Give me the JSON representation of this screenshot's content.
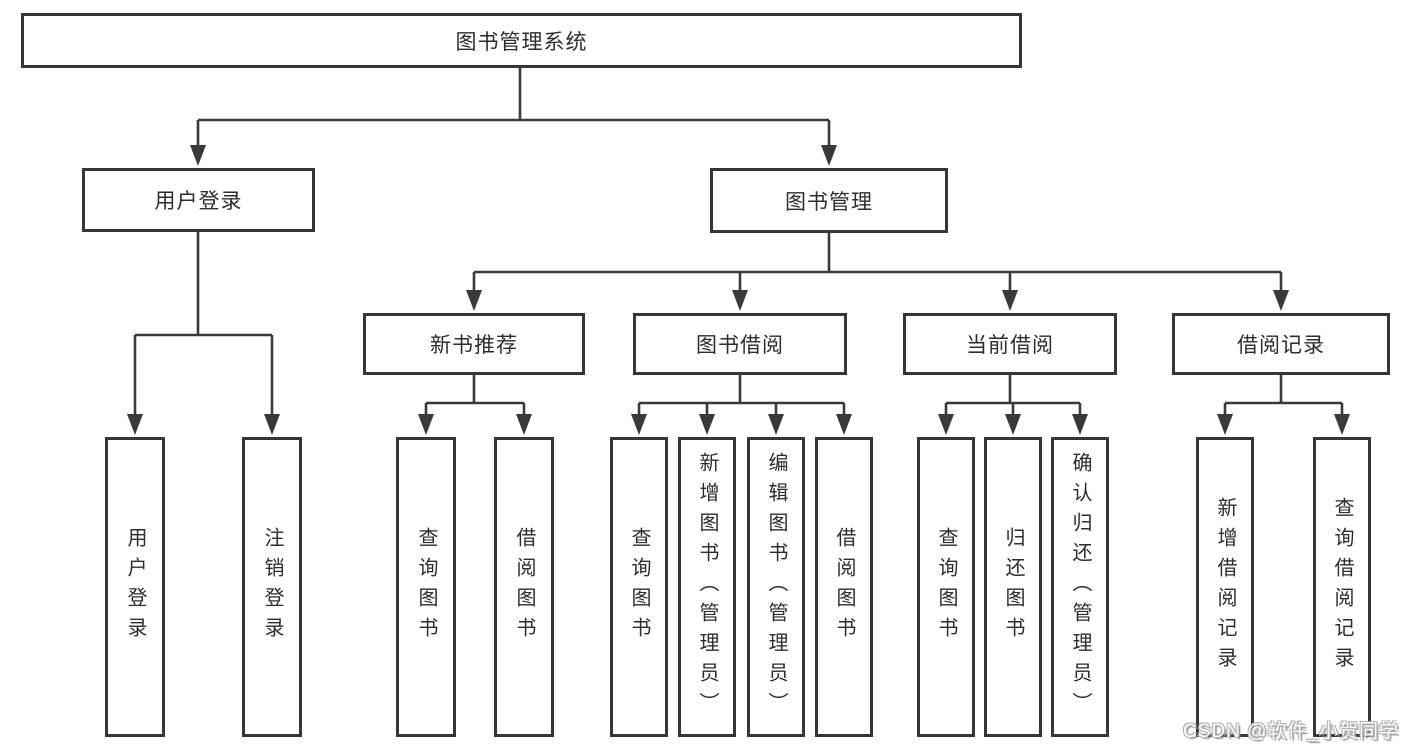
{
  "root": {
    "label": "图书管理系统"
  },
  "user_login": {
    "label": "用户登录",
    "children": [
      {
        "label": "用户登录"
      },
      {
        "label": "注销登录"
      }
    ]
  },
  "book_manage": {
    "label": "图书管理",
    "sections": [
      {
        "label": "新书推荐",
        "children": [
          {
            "label": "查询图书"
          },
          {
            "label": "借阅图书"
          }
        ]
      },
      {
        "label": "图书借阅",
        "children": [
          {
            "label": "查询图书"
          },
          {
            "label": "新增图书（管理员）"
          },
          {
            "label": "编辑图书（管理员）"
          },
          {
            "label": "借阅图书"
          }
        ]
      },
      {
        "label": "当前借阅",
        "children": [
          {
            "label": "查询图书"
          },
          {
            "label": "归还图书"
          },
          {
            "label": "确认归还（管理员）"
          }
        ]
      },
      {
        "label": "借阅记录",
        "children": [
          {
            "label": "新增借阅记录"
          },
          {
            "label": "查询借阅记录"
          }
        ]
      }
    ]
  },
  "watermark": "CSDN @软件_小贺同学",
  "colors": {
    "line": "#3a3a3a",
    "border": "#35363a",
    "text": "#2d2d2d",
    "background": "#ffffff",
    "watermark_text": "#ffffff",
    "watermark_shadow": "#8f8f8f"
  }
}
